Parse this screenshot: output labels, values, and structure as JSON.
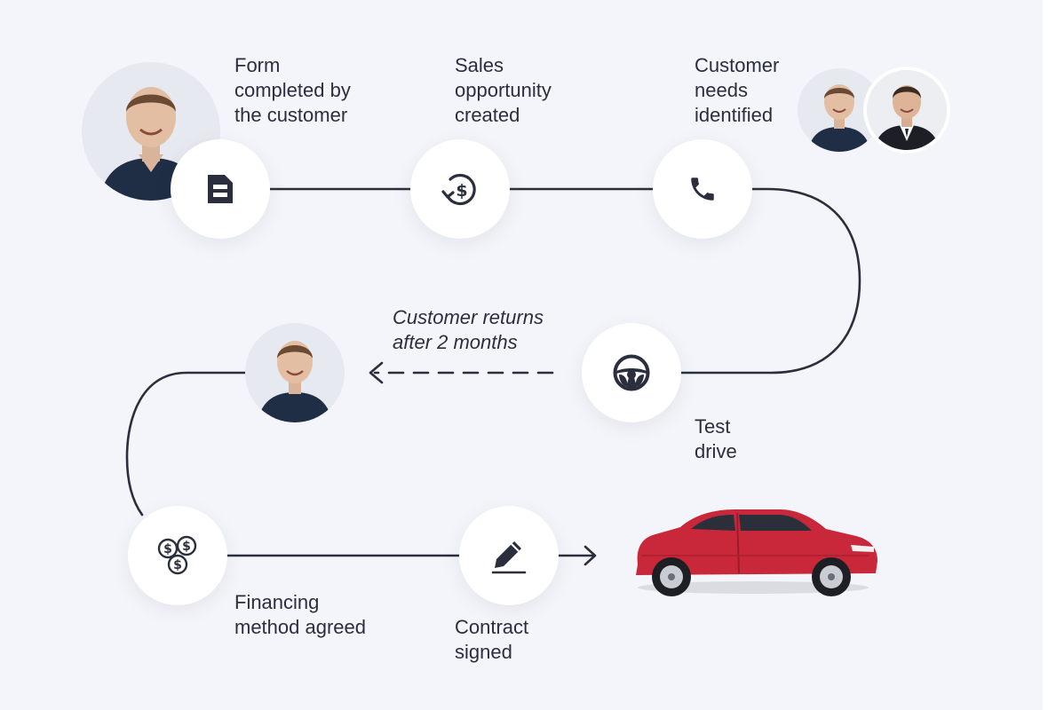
{
  "steps": {
    "form": {
      "label": "Form\ncompleted by\nthe customer",
      "icon": "form-document-icon"
    },
    "opportunity": {
      "label": "Sales\nopportunity\ncreated",
      "icon": "dollar-refresh-icon"
    },
    "needs": {
      "label": "Customer\nneeds\nidentified",
      "icon": "phone-icon"
    },
    "test_drive": {
      "label": "Test\ndrive",
      "icon": "steering-wheel-icon"
    },
    "return_note": {
      "label": "Customer returns\nafter 2 months"
    },
    "financing": {
      "label": "Financing\nmethod agreed",
      "icon": "coins-icon"
    },
    "contract": {
      "label": "Contract\nsigned",
      "icon": "pen-signature-icon"
    }
  },
  "colors": {
    "background": "#f3f5fa",
    "line": "#2b2f3d",
    "node_bg": "#ffffff",
    "car_body": "#c8283a"
  }
}
